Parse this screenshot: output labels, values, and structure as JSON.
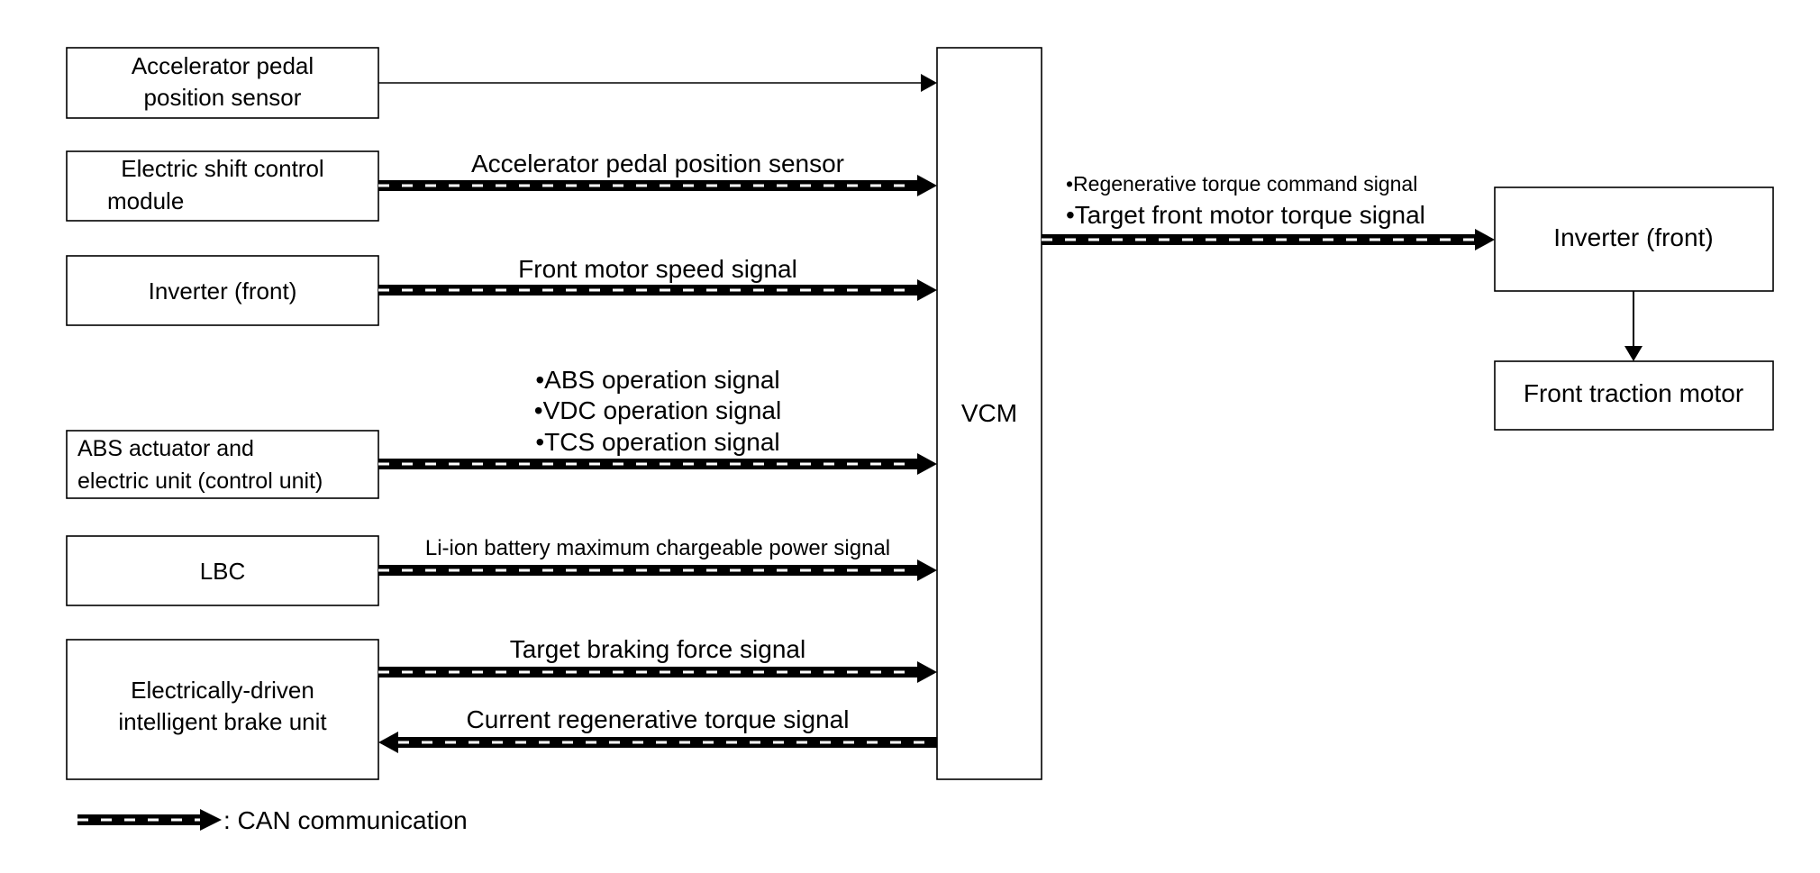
{
  "inputs": {
    "accelerator_sensor": [
      "Accelerator pedal",
      "position sensor"
    ],
    "shift_module": [
      "Electric shift control",
      "module"
    ],
    "inverter_front": "Inverter (front)",
    "abs_unit": [
      "ABS actuator and",
      "electric unit (control unit)"
    ],
    "lbc": "LBC",
    "brake_unit": [
      "Electrically-driven",
      "intelligent brake unit"
    ]
  },
  "vcm": "VCM",
  "outputs": {
    "inverter_front": "Inverter (front)",
    "traction_motor": "Front traction motor"
  },
  "signals": {
    "accelerator": "Accelerator pedal position sensor",
    "motor_speed": "Front motor speed signal",
    "abs": [
      "•ABS operation signal",
      "•VDC operation signal",
      "•TCS operation signal"
    ],
    "li_ion": "Li-ion battery maximum chargeable power signal",
    "target_braking": "Target braking force signal",
    "current_regen": "Current regenerative torque signal",
    "output_cmd": [
      "•Regenerative torque command signal",
      "•Target front motor torque signal"
    ]
  },
  "legend": ": CAN communication"
}
